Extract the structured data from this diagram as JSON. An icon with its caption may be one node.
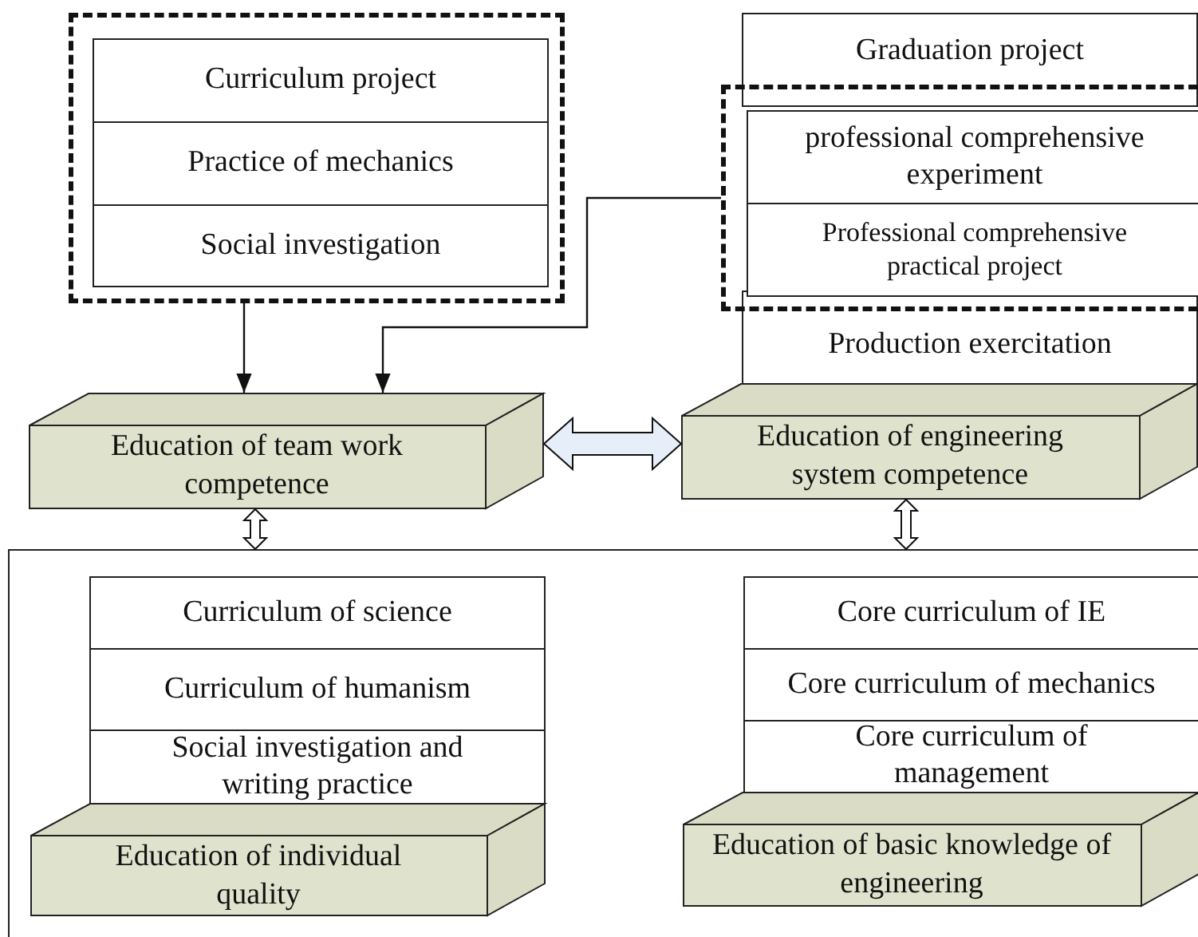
{
  "diagram": {
    "nodes": [
      {
        "text": [],
        "shape": "box"
      },
      {
        "text": [
          "Curriculum project"
        ],
        "in": 0
      },
      {
        "text": [
          "Practice of mechanics"
        ],
        "in": 0
      },
      {
        "text": [
          "Social investigation"
        ],
        "in": 0
      },
      {
        "text": [
          "Graduation project"
        ]
      },
      {
        "text": [],
        "shape": "box"
      },
      {
        "text": [
          "professional comprehensive experiment"
        ],
        "in": 5
      },
      {
        "text": [
          "Professional comprehensive practical project"
        ],
        "in": 5
      },
      {
        "text": [
          "Production exercitation"
        ]
      },
      {
        "text": [
          "Education of team work competence"
        ]
      },
      {
        "text": [
          "Education of engineering system competence"
        ]
      },
      {
        "text": [],
        "shape": "box"
      },
      {
        "text": [
          "Curriculum of science"
        ],
        "in": 11
      },
      {
        "text": [
          "Curriculum of humanism"
        ],
        "in": 11
      },
      {
        "text": [
          "Social investigation and writing practice"
        ],
        "in": 11
      },
      {
        "text": [
          "Education of individual quality"
        ],
        "in": 11
      },
      {
        "text": [
          "Core curriculum of IE"
        ],
        "in": 11
      },
      {
        "text": [
          "Core curriculum of mechanics"
        ],
        "in": 11
      },
      {
        "text": [
          "Core curriculum of management"
        ],
        "in": 11
      },
      {
        "text": [
          "Education of basic knowledge of engineering"
        ],
        "in": 11
      }
    ],
    "edges": [
      {
        "from": 0,
        "to": 9,
        "arrow": "to"
      },
      {
        "from": 5,
        "to": 9,
        "arrow": "to"
      },
      {
        "from": 9,
        "to": 10,
        "arrow": "both",
        "style": "thick"
      },
      {
        "from": 9,
        "to": 11,
        "arrow": "both",
        "style": "thick"
      },
      {
        "from": 10,
        "to": 11,
        "arrow": "both",
        "style": "thick"
      }
    ]
  }
}
